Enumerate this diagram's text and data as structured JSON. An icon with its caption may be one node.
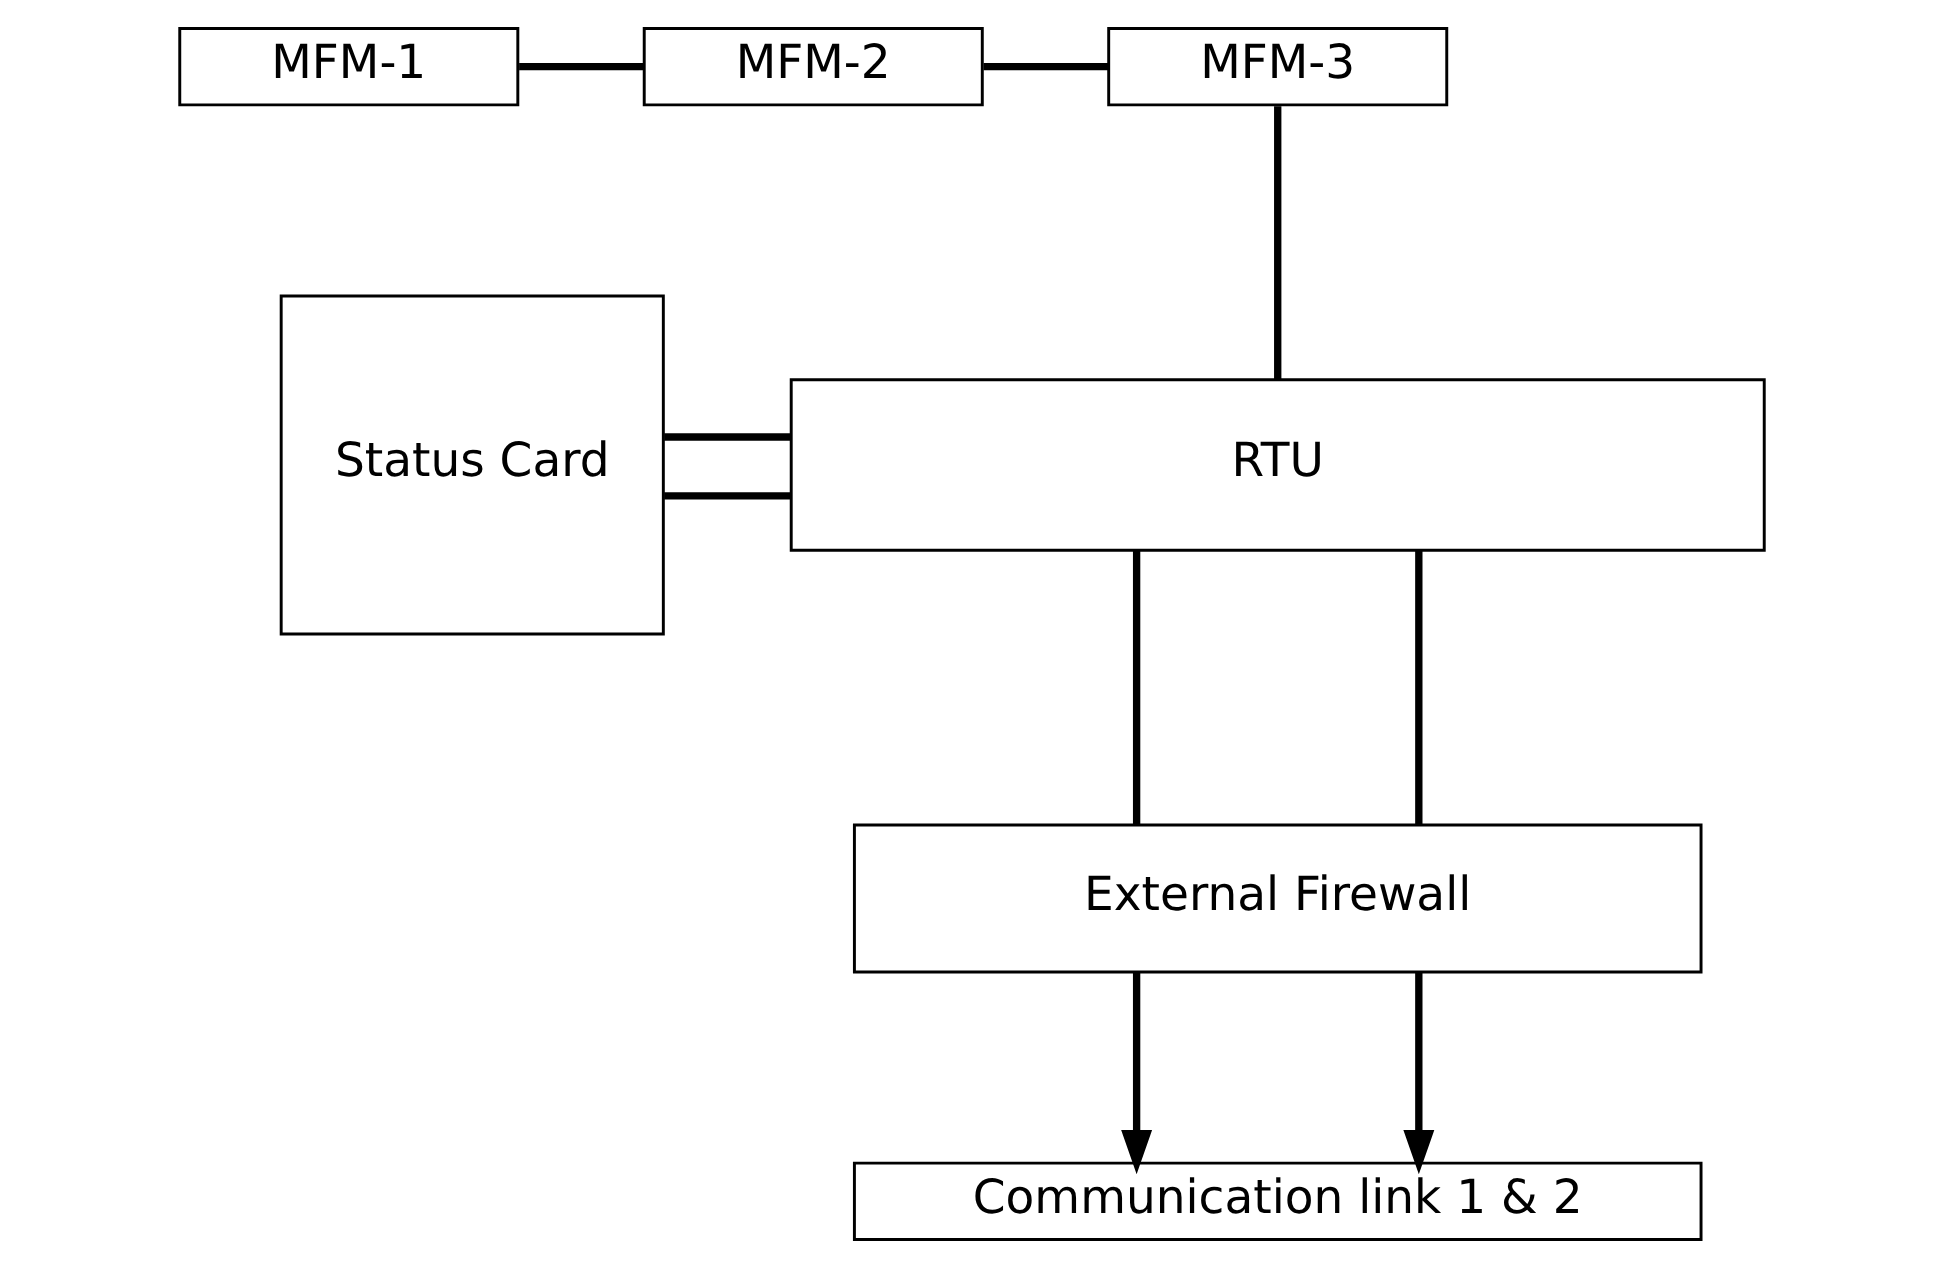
{
  "diagram": {
    "nodes": [
      {
        "text": [
          "MFM-1"
        ]
      },
      {
        "text": [
          "MFM-2"
        ]
      },
      {
        "text": [
          "MFM-3"
        ]
      },
      {
        "text": [
          "Status Card"
        ]
      },
      {
        "text": [
          "RTU"
        ]
      },
      {
        "text": [
          "External Firewall"
        ]
      },
      {
        "text": [
          "Communication link 1 & 2"
        ]
      }
    ],
    "edges": [
      {
        "from": 0,
        "to": 1,
        "arrow": "none"
      },
      {
        "from": 1,
        "to": 2,
        "arrow": "none"
      },
      {
        "from": 2,
        "to": 4,
        "arrow": "none"
      },
      {
        "from": 3,
        "to": 4,
        "arrow": "none"
      },
      {
        "from": 3,
        "to": 4,
        "arrow": "none"
      },
      {
        "from": 4,
        "to": 5,
        "arrow": "none"
      },
      {
        "from": 4,
        "to": 5,
        "arrow": "none"
      },
      {
        "from": 5,
        "to": 6,
        "arrow": "to"
      },
      {
        "from": 5,
        "to": 6,
        "arrow": "to"
      }
    ]
  }
}
